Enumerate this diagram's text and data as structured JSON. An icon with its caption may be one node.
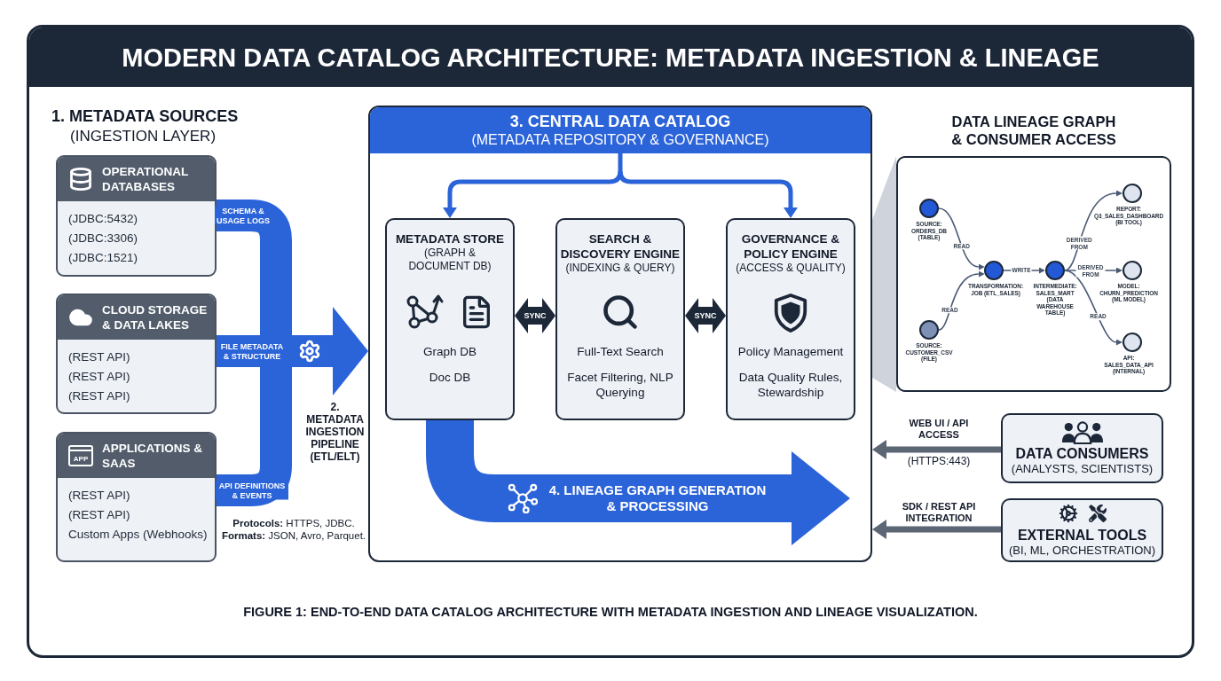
{
  "diagram": {
    "title": "MODERN DATA CATALOG ARCHITECTURE: METADATA INGESTION & LINEAGE",
    "caption": "FIGURE 1: END-TO-END DATA CATALOG ARCHITECTURE WITH METADATA INGESTION AND LINEAGE VISUALIZATION.",
    "nodes": [
      {
        "text": [
          "OPERATIONAL DATABASES",
          "(JDBC:5432)",
          "(JDBC:3306)",
          "(JDBC:1521)"
        ]
      },
      {
        "text": [
          "CLOUD STORAGE & DATA LAKES",
          "(REST API)",
          "(REST API)",
          "(REST API)"
        ]
      },
      {
        "text": [
          "APPLICATIONS & SAAS",
          "(REST API)",
          "(REST API)",
          "Custom Apps (Webhooks)"
        ]
      },
      {
        "text": [],
        "shape": "picture",
        "beside": [
          "2. METADATA INGESTION PIPELINE (ETL/ELT)"
        ]
      },
      {
        "text": [
          "3. CENTRAL DATA CATALOG",
          "(METADATA REPOSITORY & GOVERNANCE)"
        ]
      },
      {
        "text": [
          "METADATA STORE",
          "(GRAPH & DOCUMENT DB)",
          "Graph DB",
          "Doc DB"
        ],
        "in": 4
      },
      {
        "text": [
          "SEARCH & DISCOVERY ENGINE",
          "(INDEXING & QUERY)",
          "Full-Text Search",
          "Facet Filtering, NLP Querying"
        ],
        "in": 4
      },
      {
        "text": [
          "GOVERNANCE & POLICY ENGINE",
          "(ACCESS & QUALITY)",
          "Policy Management",
          "Data Quality Rules, Stewardship"
        ],
        "in": 4
      },
      {
        "text": [
          "DATA LINEAGE GRAPH & CONSUMER ACCESS"
        ]
      },
      {
        "text": [],
        "shape": "circle",
        "in": 8,
        "beside": [
          "SOURCE: ORDERS_DB (TABLE)"
        ]
      },
      {
        "text": [],
        "shape": "circle",
        "in": 8,
        "beside": [
          "SOURCE: CUSTOMER_CSV (FILE)"
        ]
      },
      {
        "text": [],
        "shape": "circle",
        "in": 8,
        "beside": [
          "TRANSFORMATION: JOB (ETL_SALES)"
        ]
      },
      {
        "text": [],
        "shape": "circle",
        "in": 8,
        "beside": [
          "INTERMEDIATE: SALES_MART (DATA WAREHOUSE TABLE)"
        ]
      },
      {
        "text": [],
        "shape": "circle",
        "in": 8,
        "beside": [
          "REPORT: Q3_SALES_DASHBOARD (BI TOOL)"
        ]
      },
      {
        "text": [],
        "shape": "circle",
        "in": 8,
        "beside": [
          "MODEL: CHURN_PREDICTION (ML MODEL)"
        ]
      },
      {
        "text": [],
        "shape": "circle",
        "in": 8,
        "beside": [
          "API: SALES_DATA_API (INTERNAL)"
        ]
      },
      {
        "text": [
          "DATA CONSUMERS",
          "(ANALYSTS, SCIENTISTS)"
        ]
      },
      {
        "text": [
          "EXTERNAL TOOLS",
          "(BI, ML, ORCHESTRATION)"
        ]
      },
      {
        "text": [
          "4. LINEAGE GRAPH GENERATION & PROCESSING"
        ],
        "in": 4
      },
      {
        "text": [],
        "shape": "trapezoid"
      }
    ],
    "edges": [
      {
        "from": 0,
        "to": 3,
        "arrow": "none",
        "label": "SCHEMA & USAGE LOGS",
        "style": "thick"
      },
      {
        "from": 1,
        "to": 3,
        "arrow": "none",
        "label": "FILE METADATA & STRUCTURE",
        "style": "thick"
      },
      {
        "from": 2,
        "to": 3,
        "arrow": "none",
        "label": "API DEFINITIONS & EVENTS",
        "style": "thick"
      },
      {
        "from": 3,
        "to": 4,
        "arrow": "to",
        "style": "thick"
      },
      {
        "from": 4,
        "to": 5,
        "arrow": "to"
      },
      {
        "from": 4,
        "to": 7,
        "arrow": "to"
      },
      {
        "from": 5,
        "to": 6,
        "arrow": "both",
        "label": "SYNC",
        "style": "thick",
        "color": "#1c2738"
      },
      {
        "from": 6,
        "to": 7,
        "arrow": "both",
        "label": "SYNC",
        "style": "thick",
        "color": "#1c2738"
      },
      {
        "from": 5,
        "to": 18,
        "arrow": "none",
        "style": "thick"
      },
      {
        "from": 9,
        "to": 11,
        "arrow": "to",
        "label": "READ",
        "color": "#4a5a75"
      },
      {
        "from": 10,
        "to": 11,
        "arrow": "to",
        "label": "READ",
        "color": "#4a5a75"
      },
      {
        "from": 11,
        "to": 12,
        "arrow": "to",
        "label": "WRITE",
        "color": "#4a5a75"
      },
      {
        "from": 12,
        "to": 13,
        "arrow": "to",
        "label": "DERIVED FROM",
        "color": "#4a5a75"
      },
      {
        "from": 12,
        "to": 14,
        "arrow": "to",
        "label": "DERIVED FROM",
        "color": "#4a5a75"
      },
      {
        "from": 12,
        "to": 15,
        "arrow": "to",
        "label": "READ",
        "color": "#4a5a75"
      },
      {
        "from": 16,
        "to": 4,
        "arrow": "to",
        "label": "WEB UI / API ACCESS",
        "color": "#5c6675"
      },
      {
        "from": 17,
        "to": 4,
        "arrow": "to",
        "label": "SDK / REST API INTEGRATION",
        "color": "#5c6675"
      }
    ],
    "labels": [
      "1. METADATA SOURCES",
      "(INGESTION LAYER)",
      "APP",
      "**Protocols:** HTTPS, JDBC. **Formats:** JSON, Avro, Parquet.",
      "(HTTPS:443)"
    ]
  }
}
